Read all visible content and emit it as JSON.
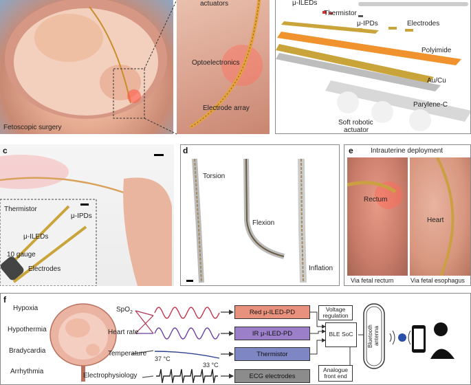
{
  "panel_a": {
    "caption": "Fetoscopic surgery",
    "zoom_labels": {
      "actuators": "actuators",
      "optoelectronics": "Optoelectronics",
      "electrode_array": "Electrode array"
    }
  },
  "panel_b": {
    "layers": {
      "ileds": "μ-ILEDs",
      "thermistor": "Thermistor",
      "ipds": "μ-IPDs",
      "electrodes": "Electrodes",
      "polyimide": "Polyimide",
      "au_cu": "Au/Cu",
      "parylene": "Parylene-C",
      "soft_robotic": "Soft robotic",
      "actuator": "actuator"
    }
  },
  "panel_c": {
    "label": "c",
    "thermistor": "Thermistor",
    "ipds": "μ-IPDs",
    "ileds": "μ-ILEDs",
    "gauge": "10 gauge",
    "electrodes": "Electrodes"
  },
  "panel_d": {
    "label": "d",
    "torsion": "Torsion",
    "flexion": "Flexion",
    "inflation": "Inflation"
  },
  "panel_e": {
    "label": "e",
    "title": "Intrauterine deployment",
    "rectum": "Rectum",
    "heart": "Heart",
    "via_rectum": "Via fetal rectum",
    "via_esophagus": "Via fetal esophagus"
  },
  "panel_f": {
    "label": "f",
    "conditions": [
      "Hypoxia",
      "Hypothermia",
      "Bradycardia",
      "Arrhythmia"
    ],
    "signals": {
      "spo2": "SpO",
      "spo2_sub": "2",
      "heart_rate": "Heart rate",
      "temperature": "Temperature",
      "electrophysiology": "Electrophysiology"
    },
    "temps": {
      "high": "37 °C",
      "low": "33 °C"
    },
    "sensors": [
      "Red μ-ILED-PD",
      "IR μ-ILED-PD",
      "Thermistor",
      "ECG electrodes"
    ],
    "voltage_regulation": "Voltage regulation",
    "ble_soc": "BLE SoC",
    "analogue_front_end": "Analogue front end",
    "bluetooth_antenna": "Bluetooth antenna",
    "colors": {
      "red": "#e8917c",
      "ir": "#9b7fc8",
      "thermistor": "#7f86c4",
      "ecg": "#8c8c8c",
      "spo2_wave": "#c0344a",
      "hr_wave": "#6a3fa0",
      "temp_wave": "#2d3f8c"
    }
  }
}
